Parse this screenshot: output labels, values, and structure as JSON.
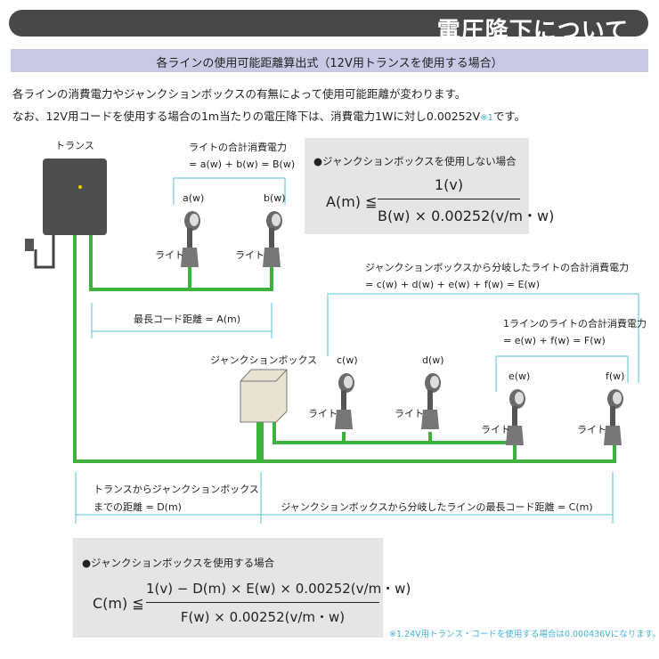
{
  "title": "電圧降下について",
  "subtitle": "各ラインの使用可能距離算出式（12V用トランスを使用する場合）",
  "intro": {
    "line1": "各ラインの消費電力やジャンクションボックスの有無によって使用可能距離が変わります。",
    "line2_a": "なお、12V用コードを使用する場合の1m当たりの電圧降下は、消費電力1Wに対し0.00252V",
    "line2_mark": "※1",
    "line2_b": "です。"
  },
  "diagram": {
    "transformer_label": "トランス",
    "light_total_label": "ライトの合計消費電力",
    "light_total_formula": "= a(w) + b(w) = B(w)",
    "a": "a(w)",
    "b": "b(w)",
    "c": "c(w)",
    "d": "d(w)",
    "e": "e(w)",
    "f": "f(w)",
    "light": "ライト",
    "max_cord_a": "最長コード距離 = A(m)",
    "junction_label": "ジャンクションボックス",
    "branch_total_label": "ジャンクションボックスから分岐したライトの合計消費電力",
    "branch_total_formula": "= c(w) + d(w) + e(w) + f(w) = E(w)",
    "line_total_label": "1ラインのライトの合計消費電力",
    "line_total_formula": "= e(w) + f(w) = F(w)",
    "dist_d_1": "トランスからジャンクションボックス",
    "dist_d_2": "までの距離 = D(m)",
    "dist_c": "ジャンクションボックスから分岐したラインの最長コード距離 = C(m)"
  },
  "formula1": {
    "heading": "●ジャンクションボックスを使用しない場合",
    "lhs": "A(m) ≦",
    "num": "1(v)",
    "den": "B(w) × 0.00252(v/m・w)"
  },
  "formula2": {
    "heading": "●ジャンクションボックスを使用する場合",
    "lhs": "C(m) ≦",
    "num": "1(v) − D(m) × E(w) × 0.00252(v/m・w)",
    "den": "F(w) × 0.00252(v/m・w)"
  },
  "footnote": "※1.24V用トランス・コードを使用する場合は0.000436Vになります。",
  "colors": {
    "wire": "#3db23d",
    "dim": "#5bc3d6",
    "header": "#474747",
    "subheader": "#c9c9e6"
  }
}
